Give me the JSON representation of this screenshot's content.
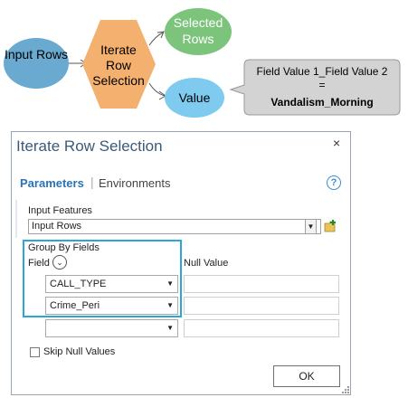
{
  "model": {
    "input_rows": "Input Rows",
    "iterate_line1": "Iterate",
    "iterate_line2": "Row",
    "iterate_line3": "Selection",
    "selected_rows_line1": "Selected",
    "selected_rows_line2": "Rows",
    "value": "Value",
    "callout_line1": "Field Value 1_Field Value 2",
    "callout_line2": "=",
    "callout_line3": "Vandalism_Morning",
    "colors": {
      "input_rows": "#6aaad0",
      "iterate": "#f3b06f",
      "selected_rows": "#7cc47c",
      "value": "#7fcbef",
      "callout": "#d3d3d3"
    }
  },
  "dialog": {
    "title": "Iterate Row Selection",
    "close": "×",
    "tabs": {
      "parameters": "Parameters",
      "separator": "|",
      "environments": "Environments"
    },
    "help": "?",
    "input_features": {
      "label": "Input Features",
      "value": "Input Rows"
    },
    "group_by": {
      "label": "Group By Fields",
      "field_header": "Field",
      "null_value_header": "Null Value",
      "rows": [
        {
          "field": "CALL_TYPE",
          "null_value": ""
        },
        {
          "field": "Crime_Peri",
          "null_value": ""
        },
        {
          "field": "",
          "null_value": ""
        }
      ]
    },
    "skip_null_values": {
      "label": "Skip Null Values",
      "checked": false
    },
    "ok": "OK",
    "accent": "#29a8d8"
  }
}
